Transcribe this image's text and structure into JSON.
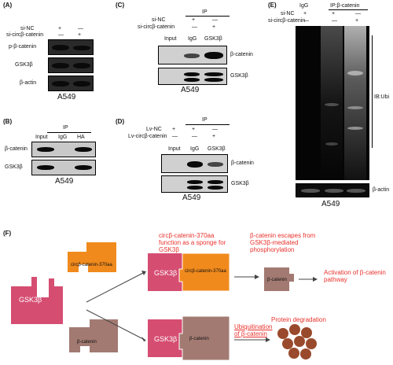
{
  "panelA": {
    "letter": "(A)",
    "row1": "si-NC",
    "row2": "si-circβ-catenin",
    "signs1": [
      "+",
      "—"
    ],
    "signs2": [
      "—",
      "+"
    ],
    "blots": [
      "p-β-catenin",
      "GSK3β",
      "β-actin"
    ],
    "cell": "A549"
  },
  "panelB": {
    "letter": "(B)",
    "ip": "IP",
    "lanes": [
      "Input",
      "IgG",
      "HA"
    ],
    "blots": [
      "β-catenin",
      "GSK3β"
    ],
    "cell": "A549"
  },
  "panelC": {
    "letter": "(C)",
    "row1": "si-NC",
    "row2": "si-circβ-catenin",
    "ip": "IP",
    "signs1": [
      "+",
      "—"
    ],
    "signs2": [
      "—",
      "+"
    ],
    "lanes": [
      "Input",
      "IgG",
      "GSK3β"
    ],
    "blots": [
      "β-catenin",
      "GSK3β"
    ],
    "cell": "A549"
  },
  "panelD": {
    "letter": "(D)",
    "row1": "Lv-NC",
    "row2": "Lv-circβ-catenin",
    "ip": "IP",
    "signs1": [
      "+",
      "+",
      "—"
    ],
    "signs2": [
      "—",
      "—",
      "+"
    ],
    "lanes": [
      "Input",
      "IgG",
      "GSK3β"
    ],
    "blots": [
      "β-catenin",
      "GSK3β"
    ],
    "cell": "A549"
  },
  "panelE": {
    "letter": "(E)",
    "igg": "IgG",
    "ip": "IP:β-catenin",
    "row1": "si-NC",
    "row2": "si-circβ-catenin",
    "signs1": [
      "+",
      "+",
      "—"
    ],
    "signs2": [
      "—",
      "—",
      "+"
    ],
    "ib": "IB:Ubi",
    "actin": "β-actin",
    "cell": "A549"
  },
  "panelF": {
    "letter": "(F)",
    "gsk": "GSK3β",
    "circ_box": "circβ-catenin-370aa",
    "bcat_box": "β-catenin",
    "note1": "circβ-catenin-370aa function as a sponge for GSK3β",
    "note2": "β-catenin escapes from GSK3β-mediated phosphorylation",
    "note3": "Activation of β-catenin pathway",
    "note4": "Ubiquitination of β-catenin",
    "note5": "Protein degradation",
    "colors": {
      "gsk": "#d64d72",
      "circ": "#f18a1c",
      "bcat": "#a27a72",
      "text_red": "#e8322d",
      "ball": "#9a4a2c"
    }
  }
}
